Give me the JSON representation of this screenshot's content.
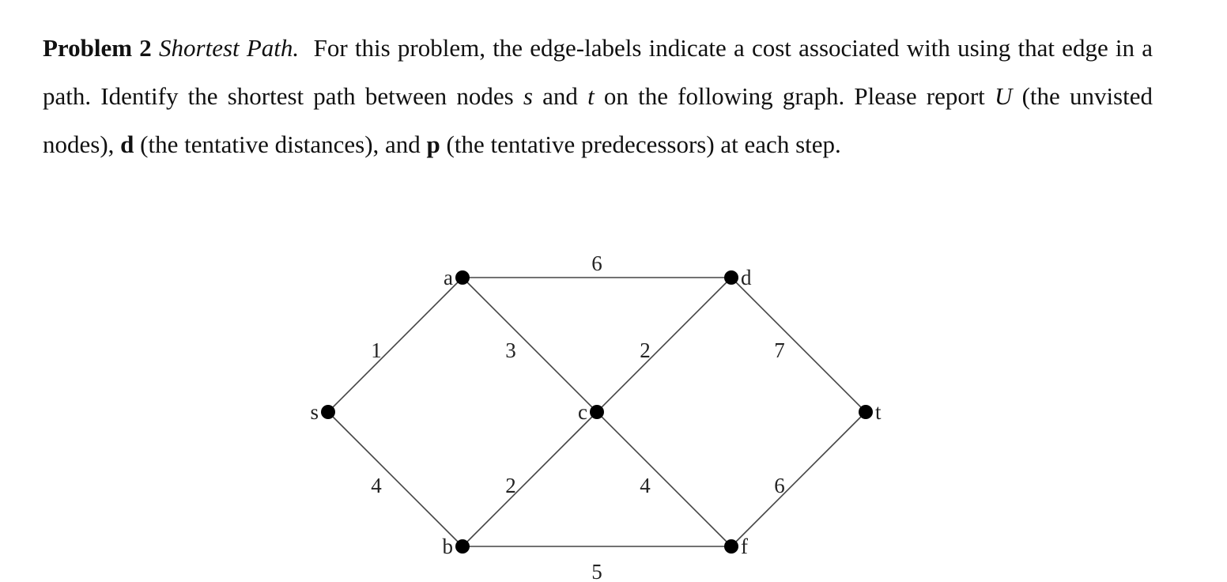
{
  "problem": {
    "number": "Problem 2",
    "title": "Shortest Path.",
    "text_1": "For this problem, the edge-labels indicate a cost associated with using that edge in a path. Identify the shortest path between nodes ",
    "var_s": "s",
    "text_2": " and ",
    "var_t": "t",
    "text_3": " on the following graph. Please report ",
    "var_U": "U",
    "text_4": " (the unvisted nodes), ",
    "var_d": "d",
    "text_5": " (the tentative distances), and ",
    "var_p": "p",
    "text_6": " (the tentative predecessors) at each step."
  },
  "graph": {
    "nodes": [
      {
        "id": "s",
        "label": "s"
      },
      {
        "id": "a",
        "label": "a"
      },
      {
        "id": "b",
        "label": "b"
      },
      {
        "id": "c",
        "label": "c"
      },
      {
        "id": "d",
        "label": "d"
      },
      {
        "id": "f",
        "label": "f"
      },
      {
        "id": "t",
        "label": "t"
      }
    ],
    "edges": [
      {
        "from": "s",
        "to": "a",
        "weight": "1"
      },
      {
        "from": "s",
        "to": "b",
        "weight": "4"
      },
      {
        "from": "a",
        "to": "c",
        "weight": "3"
      },
      {
        "from": "a",
        "to": "d",
        "weight": "6"
      },
      {
        "from": "b",
        "to": "c",
        "weight": "2"
      },
      {
        "from": "b",
        "to": "f",
        "weight": "5"
      },
      {
        "from": "c",
        "to": "d",
        "weight": "2"
      },
      {
        "from": "c",
        "to": "f",
        "weight": "4"
      },
      {
        "from": "d",
        "to": "t",
        "weight": "7"
      },
      {
        "from": "f",
        "to": "t",
        "weight": "6"
      }
    ]
  }
}
